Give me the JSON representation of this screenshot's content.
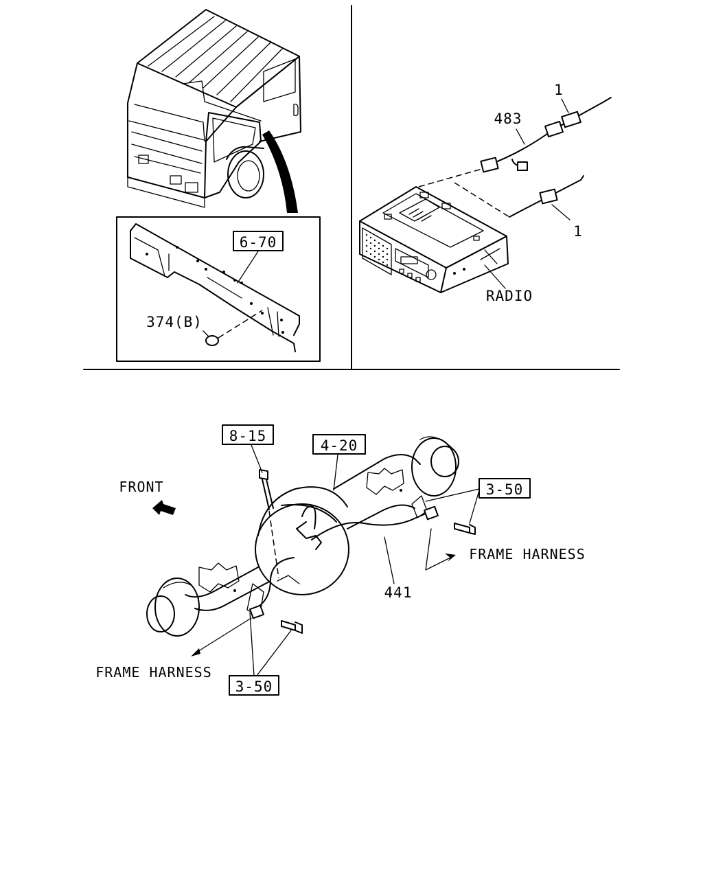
{
  "top_left": {
    "inset_ref": "6-70",
    "part_374b": "374(B)"
  },
  "top_right": {
    "part_1_top": "1",
    "part_483": "483",
    "part_1_bottom": "1",
    "radio_label": "RADIO"
  },
  "bottom": {
    "ref_8_15": "8-15",
    "ref_4_20": "4-20",
    "ref_3_50_right": "3-50",
    "ref_3_50_bottom": "3-50",
    "front_label": "FRONT",
    "frame_harness_right": "FRAME HARNESS",
    "frame_harness_left": "FRAME HARNESS",
    "part_441": "441"
  }
}
